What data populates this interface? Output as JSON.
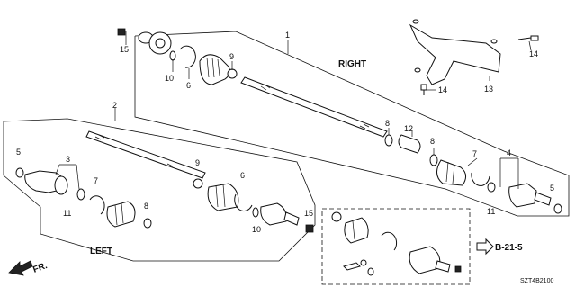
{
  "diagram": {
    "group_labels": {
      "right": "RIGHT",
      "left": "LEFT"
    },
    "reference": "B-21-5",
    "direction": "FR.",
    "code": "SZT4B2100",
    "callouts": [
      {
        "id": "c1",
        "text": "1"
      },
      {
        "id": "c2",
        "text": "2"
      },
      {
        "id": "c3",
        "text": "3"
      },
      {
        "id": "c4",
        "text": "4"
      },
      {
        "id": "c5a",
        "text": "5"
      },
      {
        "id": "c5b",
        "text": "5"
      },
      {
        "id": "c6a",
        "text": "6"
      },
      {
        "id": "c6b",
        "text": "6"
      },
      {
        "id": "c7a",
        "text": "7"
      },
      {
        "id": "c7b",
        "text": "7"
      },
      {
        "id": "c8a",
        "text": "8"
      },
      {
        "id": "c8b",
        "text": "8"
      },
      {
        "id": "c8c",
        "text": "8"
      },
      {
        "id": "c9a",
        "text": "9"
      },
      {
        "id": "c9b",
        "text": "9"
      },
      {
        "id": "c10a",
        "text": "10"
      },
      {
        "id": "c10b",
        "text": "10"
      },
      {
        "id": "c11a",
        "text": "11"
      },
      {
        "id": "c11b",
        "text": "11"
      },
      {
        "id": "c12",
        "text": "12"
      },
      {
        "id": "c13",
        "text": "13"
      },
      {
        "id": "c14a",
        "text": "14"
      },
      {
        "id": "c14b",
        "text": "14"
      },
      {
        "id": "c15a",
        "text": "15"
      },
      {
        "id": "c15b",
        "text": "15"
      }
    ]
  }
}
